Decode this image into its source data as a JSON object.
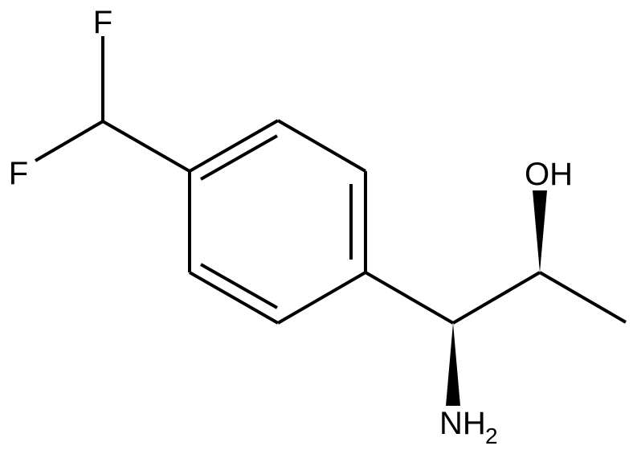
{
  "molecule": {
    "atoms": {
      "f_top": "F",
      "f_left": "F",
      "hydroxyl": "OH",
      "amine_symbol": "NH",
      "amine_subscript": "2"
    }
  }
}
